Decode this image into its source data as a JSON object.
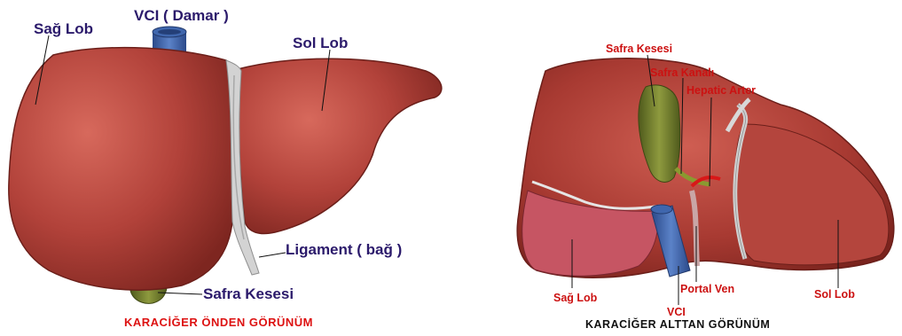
{
  "front_view": {
    "caption": "KARACİĞER  ÖNDEN GÖRÜNÜM",
    "labels": {
      "right_lobe": "Sağ Lob",
      "ivc": "VCI  ( Damar )",
      "left_lobe": "Sol Lob",
      "ligament": "Ligament ( bağ )",
      "gallbladder": "Safra Kesesi"
    }
  },
  "underside_view": {
    "caption": "KARACİĞER  ALTTAN  GÖRÜNÜM",
    "labels": {
      "gallbladder": "Safra Kesesi",
      "bile_duct": "Safra Kanalı",
      "hepatic_artery": "Hepatic Arter",
      "right_lobe": "Sağ Lob",
      "portal_vein": "Portal Ven",
      "ivc": "VCI",
      "left_lobe": "Sol Lob"
    }
  },
  "colors": {
    "liver": "#b2423a",
    "liver_dark": "#7e2620",
    "liver_light": "#d7695c",
    "vessel_blue": "#3b5fa8",
    "ligament_gray": "#c9c9c9",
    "gallbladder_green": "#6f7a2c",
    "artery_red": "#d81818",
    "front_label_color": "#2b1a6b",
    "underside_label_color": "#cc1111"
  }
}
